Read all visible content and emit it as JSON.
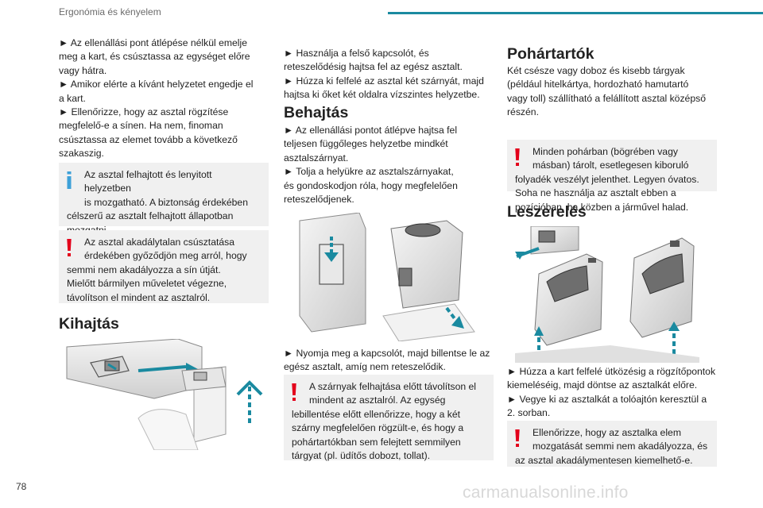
{
  "header": {
    "title": "Ergonómia és kényelem"
  },
  "page_number": "78",
  "watermark": "carmanualsonline.info",
  "col1": {
    "p1": [
      "► Az ellenállási pont átlépése nélkül emelje",
      "meg a kart, és csúsztassa az egységet előre",
      "vagy hátra.",
      "► Amikor elérte a kívánt helyzetet engedje el",
      "a kart.",
      "► Ellenőrizze, hogy az asztal rögzítése",
      "megfelelő-e a sínen. Ha nem, finoman",
      "csúsztassa az elemet tovább a következő",
      "szakaszig."
    ],
    "info_note": {
      "icon": "info-icon",
      "first_lines": [
        "Az asztal felhajtott és lenyitott helyzetben",
        "is mozgatható. A biztonság érdekében"
      ],
      "rest_lines": [
        "célszerű az asztalt felhajtott állapotban",
        "mozgatni."
      ]
    },
    "warn_note": {
      "icon": "warning-icon",
      "first_lines": [
        "Az asztal akadálytalan csúsztatása",
        "érdekében győződjön meg arról, hogy"
      ],
      "rest_lines": [
        "semmi nem akadályozza a sín útját.",
        "Mielőtt bármilyen műveletet végezne,",
        "távolítson el mindent az asztalról."
      ]
    },
    "heading": "Kihajtás"
  },
  "col2": {
    "p1": [
      "► Használja a felső kapcsolót, és",
      "reteszelődésig hajtsa fel az egész asztalt.",
      "► Húzza ki felfelé az asztal két szárnyát, majd",
      "hajtsa ki őket két oldalra vízszintes helyzetbe."
    ],
    "heading": "Behajtás",
    "p2": [
      "► Az ellenállási pontot átlépve hajtsa fel",
      "teljesen függőleges helyzetbe mindkét",
      "asztalszárnyat.",
      "► Tolja a helyükre az asztalszárnyakat,",
      "és gondoskodjon róla, hogy megfelelően",
      "reteszelődjenek."
    ],
    "p3": [
      "► Nyomja meg a kapcsolót, majd billentse le az",
      "egész asztalt, amíg nem reteszelődik."
    ],
    "warn_note": {
      "icon": "warning-icon",
      "first_lines": [
        "A szárnyak felhajtása előtt távolítson el",
        "mindent az asztalról. Az egység"
      ],
      "rest_lines": [
        "lebillentése előtt ellenőrizze, hogy a két",
        "szárny megfelelően rögzült-e, és hogy a",
        "pohártartókban sem felejtett semmilyen",
        "tárgyat (pl. üdítős dobozt, tollat)."
      ]
    }
  },
  "col3": {
    "heading1": "Pohártartók",
    "p1": [
      "Két csésze vagy doboz és kisebb tárgyak",
      "(például hitelkártya, hordozható hamutartó",
      "vagy toll) szállítható a felállított asztal középső",
      "részén."
    ],
    "warn_note1": {
      "icon": "warning-icon",
      "first_lines": [
        "Minden pohárban (bögrében vagy",
        "másban) tárolt, esetlegesen kiboruló"
      ],
      "rest_lines": [
        "folyadék veszélyt jelenthet. Legyen óvatos.",
        "Soha ne használja az asztalt ebben a",
        "pozícióban, ha közben a járművel halad."
      ]
    },
    "heading2": "Leszerelés",
    "p2": [
      "► Húzza a kart felfelé ütközésig a rögzítőpontok",
      "kiemeléséig, majd döntse az asztalkát előre.",
      "► Vegye ki az asztalkát a tolóajtón keresztül a",
      "2. sorban."
    ],
    "warn_note2": {
      "icon": "warning-icon",
      "first_lines": [
        "Ellenőrizze, hogy az asztalka elem",
        "mozgatását semmi nem akadályozza, és"
      ],
      "rest_lines": [
        "az asztal akadálymentesen kiemelhető-e."
      ]
    }
  },
  "colors": {
    "accent": "#1a8aa0",
    "warning": "#e3001b",
    "info": "#3da0d8",
    "note_bg": "#f0f0f0"
  }
}
